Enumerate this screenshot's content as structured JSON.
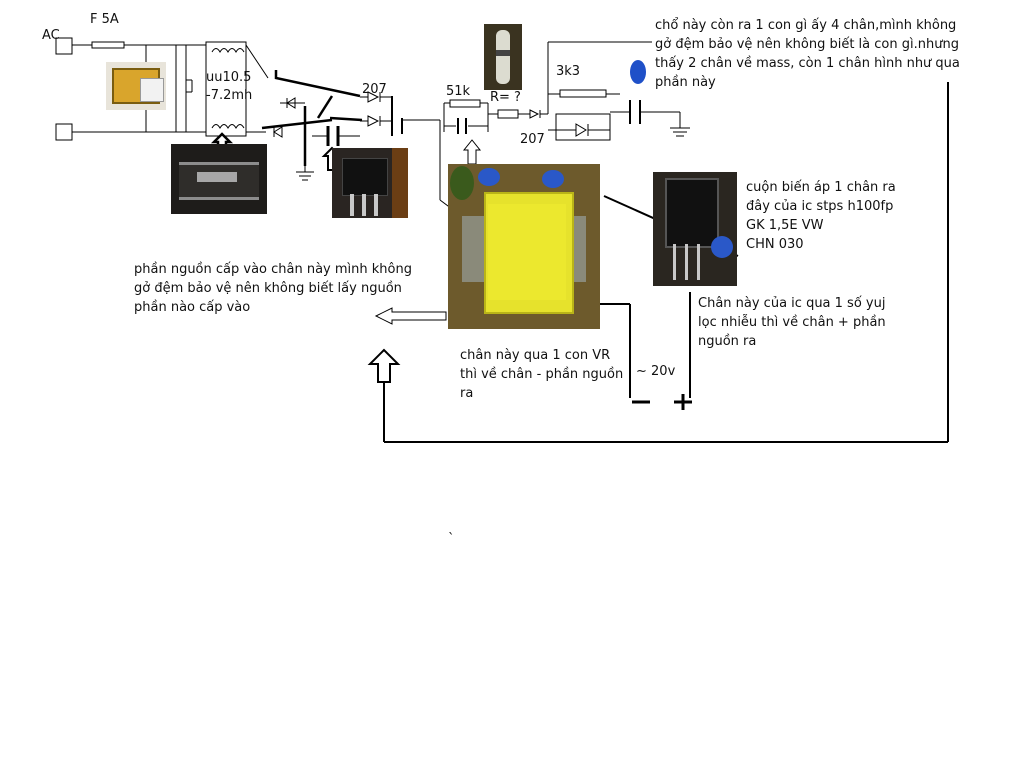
{
  "labels": {
    "ac": "AC",
    "fuse": "F  5A",
    "coil_value_1": "uu10.5",
    "coil_value_2": "-7.2mh",
    "diode_top": "207",
    "resistor_51k": "51k",
    "resistor_unknown": "R= ?",
    "diode_bottom": "207",
    "resistor_3k3": "3k3",
    "output_voltage": "~ 20v",
    "minus": "—",
    "plus": "+",
    "tick": "`"
  },
  "notes": {
    "top_right": [
      "chổ này còn ra 1 con gì ấy 4 chân,mình không",
      "gở đệm bảo vệ nên không biết là con gì.nhưng",
      "thấy 2 chân về mass, còn 1 chân hình như qua",
      "phần này"
    ],
    "transformer_pin": [
      "cuộn biến áp 1 chân ra",
      "đây của ic stps h100fp",
      "GK 1,5E VW",
      "CHN 030"
    ],
    "ic_pin": [
      "Chân này của ic qua 1 số yuj",
      "lọc nhiễu thì về chân + phần",
      "nguồn ra"
    ],
    "power_input": [
      "phần nguồn cấp vào chân này mình không",
      "gở đệm bảo vệ nên không biết lấy nguồn",
      "phần nào cấp vào"
    ],
    "vr_pin": [
      "chân này qua 1 con VR",
      "thì về chân - phần nguồn",
      "ra"
    ]
  },
  "icons": [
    "fuse-photo",
    "coil-photo",
    "diode-photo",
    "resistor-photo",
    "blue-capacitor-photo",
    "transformer-photo",
    "ic-photo",
    "ground-icon",
    "arrow-icon"
  ],
  "colors": {
    "line": "#000000",
    "background": "#ffffff"
  }
}
